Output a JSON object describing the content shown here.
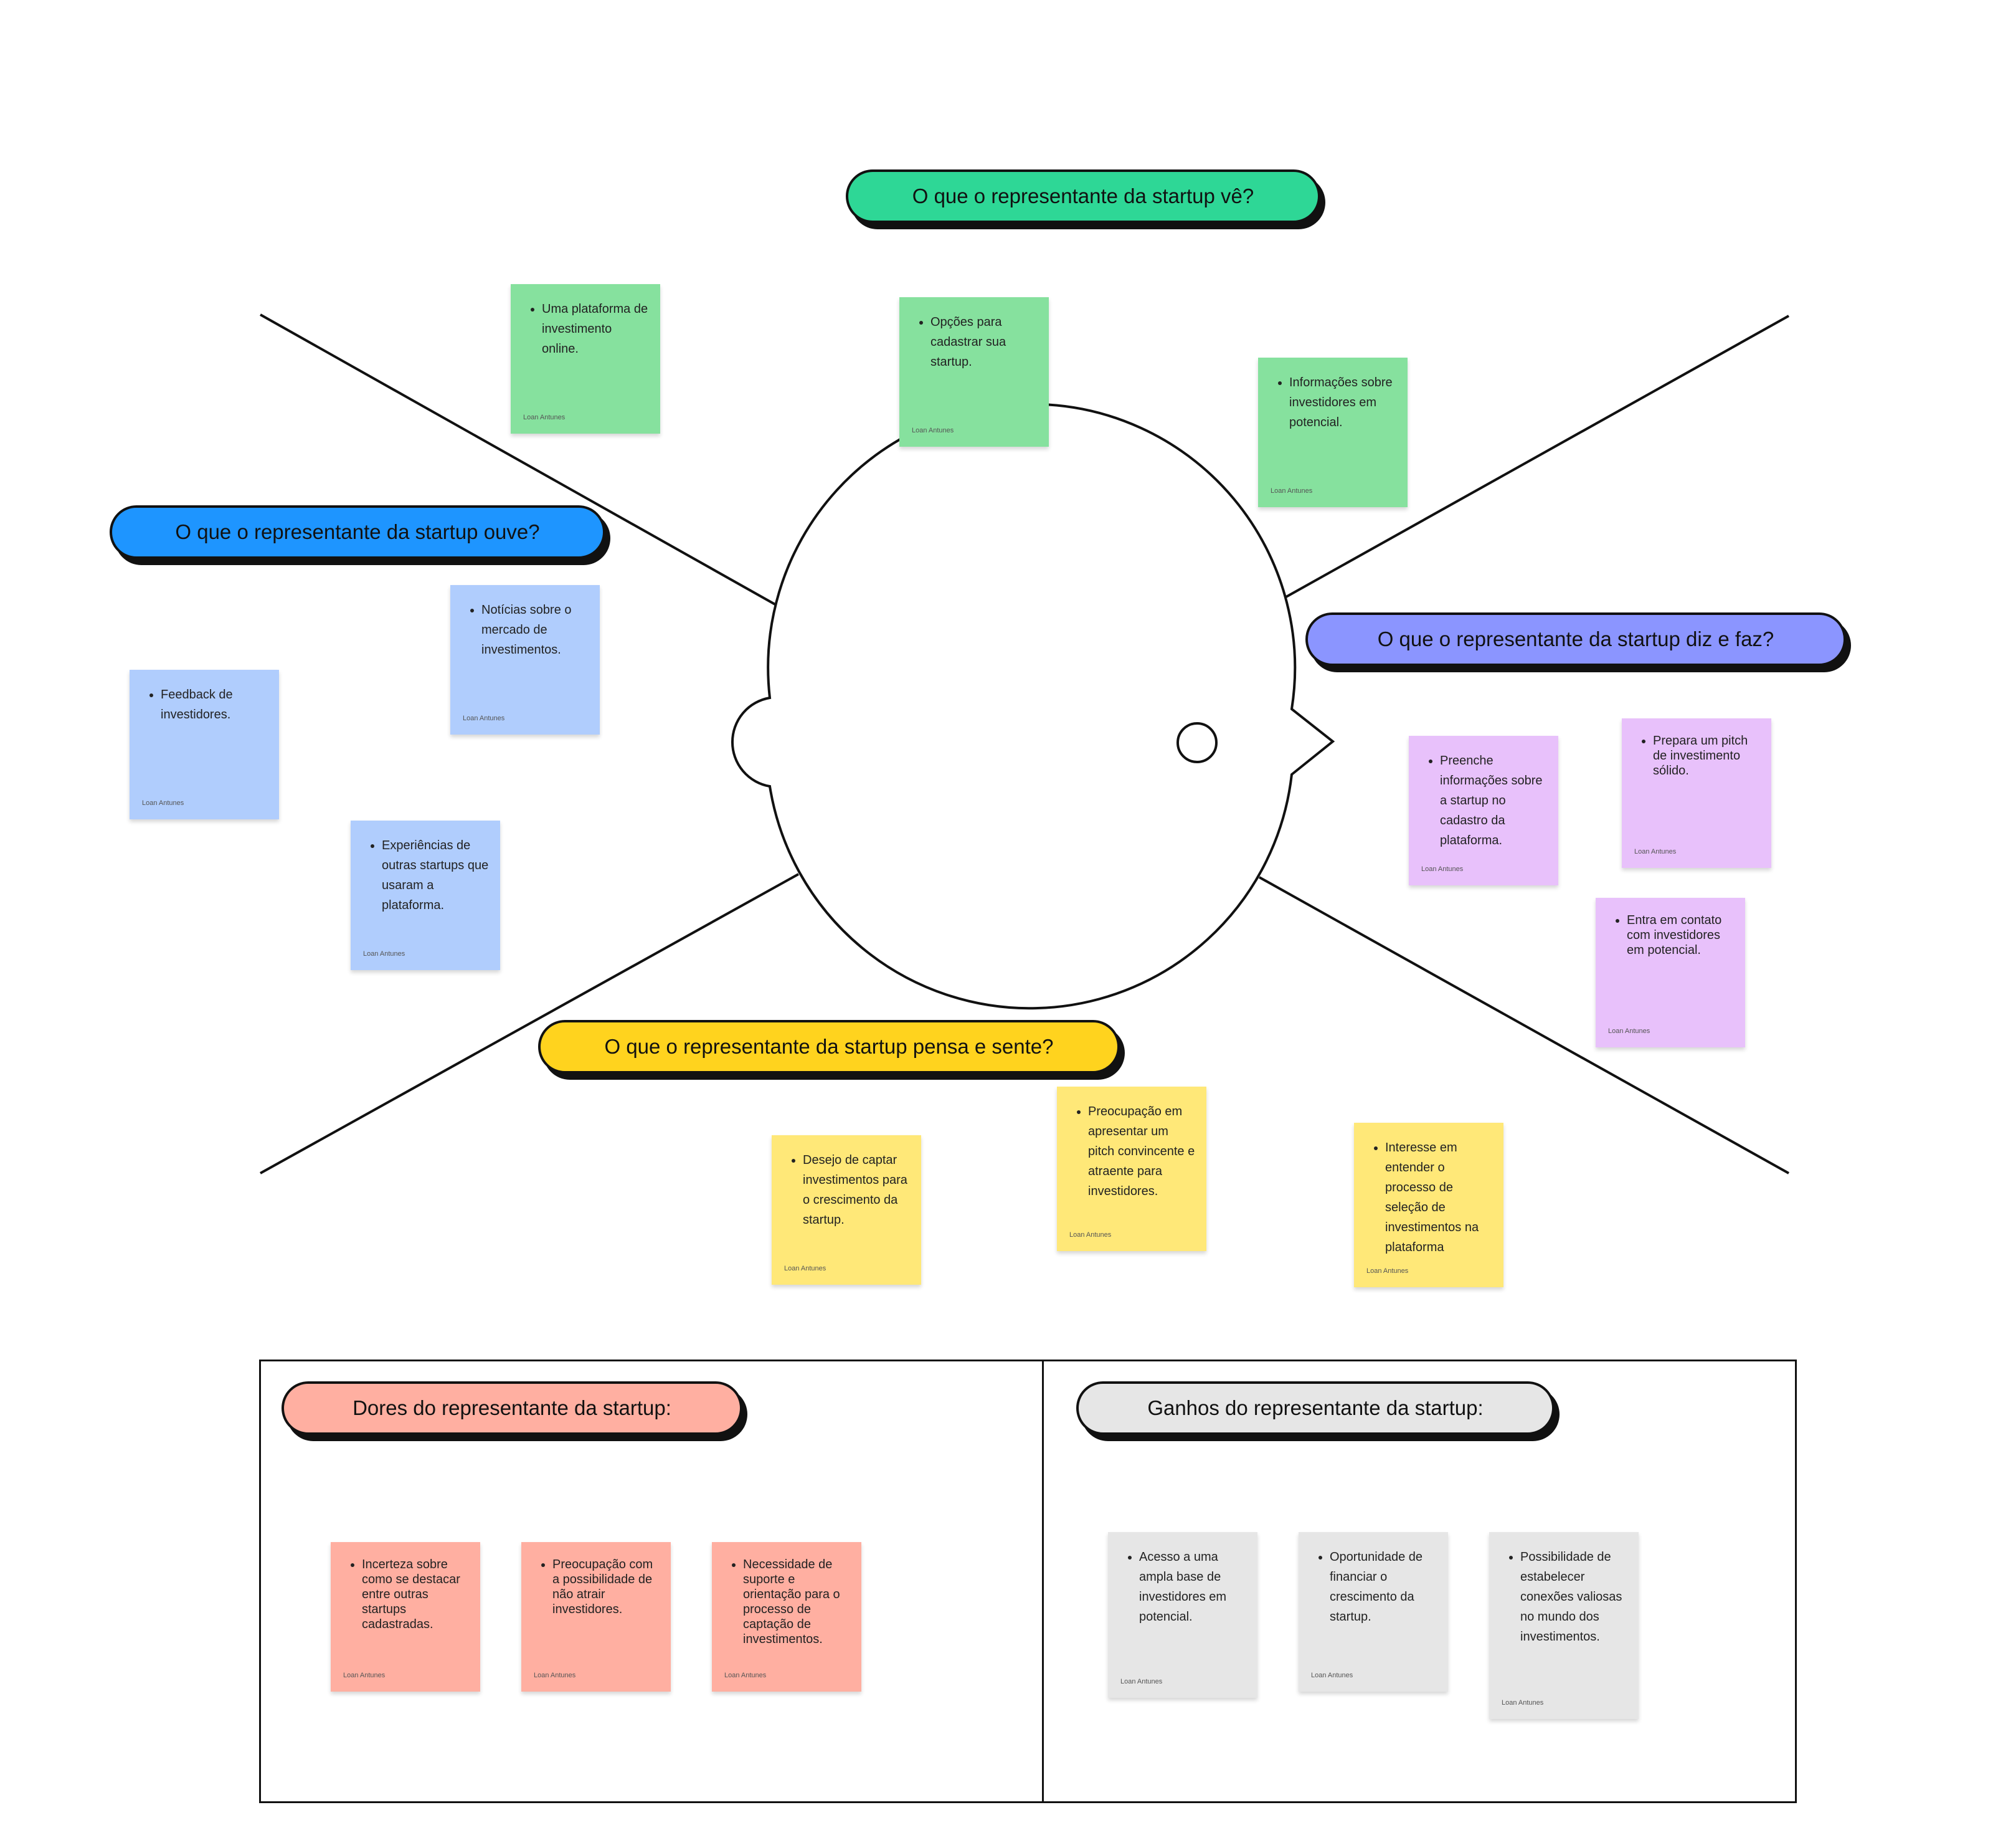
{
  "headings": {
    "ve": "O que o representante da startup vê?",
    "ouve": "O que o representante da startup ouve?",
    "diz_faz": "O que o representante da startup diz e faz?",
    "pensa_sente": "O que o representante da startup pensa e sente?",
    "dores": "Dores do representante da startup:",
    "ganhos": "Ganhos do representante da startup:"
  },
  "colors": {
    "ve": "#2ed796",
    "ouve": "#1e95ff",
    "diz_faz": "#8b95ff",
    "pensa_sente": "#ffd31e",
    "dores": "#ffafa1",
    "ganhos": "#e6e6e6"
  },
  "author": "Loan Antunes",
  "notes": {
    "ve": [
      "Uma plataforma de investimento online.",
      "Opções para cadastrar sua startup.",
      "Informações sobre investidores em potencial."
    ],
    "ouve": [
      "Notícias sobre o mercado de investimentos.",
      "Feedback de investidores.",
      "Experiências de outras startups que usaram a plataforma."
    ],
    "diz_faz": [
      "Preenche informações sobre a startup no cadastro da plataforma.",
      "Prepara um pitch de investimento sólido.",
      "Entra em contato com investidores em potencial."
    ],
    "pensa_sente": [
      "Desejo de captar investimentos para o crescimento da startup.",
      "Preocupação em apresentar um pitch convincente e atraente para investidores.",
      "Interesse em entender o processo de seleção de investimentos na plataforma"
    ],
    "dores": [
      "Incerteza sobre como se destacar entre outras startups cadastradas.",
      "Preocupação com a possibilidade de não atrair investidores.",
      "Necessidade de suporte e orientação para o processo de captação de investimentos."
    ],
    "ganhos": [
      "Acesso a uma ampla base de investidores em potencial.",
      "Oportunidade de financiar o crescimento da startup.",
      "Possibilidade de estabelecer conexões valiosas no mundo dos investimentos."
    ]
  }
}
